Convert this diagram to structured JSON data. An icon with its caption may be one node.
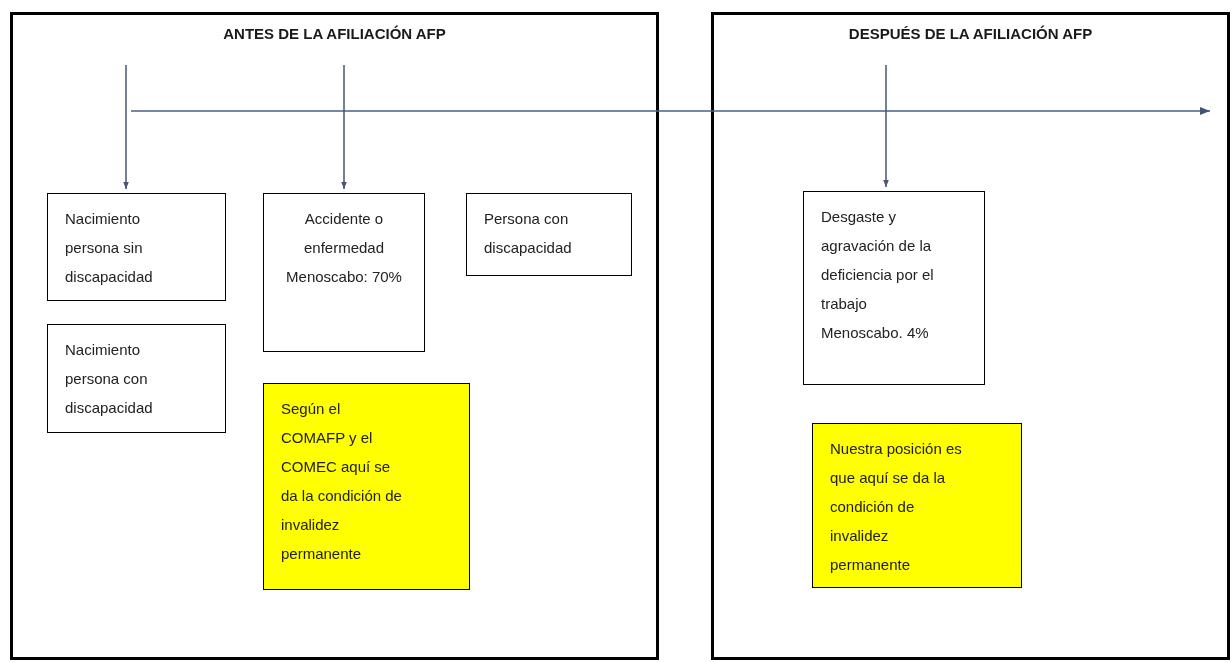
{
  "diagram": {
    "nodes": [
      {
        "text": [
          "ANTES DE LA AFILIACIÓN AFP"
        ]
      },
      {
        "text": [
          "Nacimiento persona sin discapacidad"
        ],
        "in": 0
      },
      {
        "text": [
          "Accidente o enfermedad Menoscabo: 70%"
        ],
        "in": 0
      },
      {
        "text": [
          "Persona con discapacidad"
        ],
        "in": 0
      },
      {
        "text": [
          "Nacimiento persona con discapacidad"
        ],
        "in": 0
      },
      {
        "text": [
          "Según el COMAFP y el COMEC aquí se da la condición de invalidez permanente"
        ],
        "in": 0
      },
      {
        "text": [
          "DESPUÉS DE LA AFILIACIÓN AFP"
        ]
      },
      {
        "text": [
          "Desgaste y agravación de la deficiencia por el trabajo Menoscabo. 4%"
        ],
        "in": 6
      },
      {
        "text": [
          "Nuestra posición es que aquí se da la condición de invalidez permanente"
        ],
        "in": 6
      }
    ],
    "edges": [
      {
        "from": null,
        "to": 1,
        "arrow": "to"
      },
      {
        "from": null,
        "to": 2,
        "arrow": "to"
      },
      {
        "from": null,
        "to": 7,
        "arrow": "to"
      }
    ]
  }
}
